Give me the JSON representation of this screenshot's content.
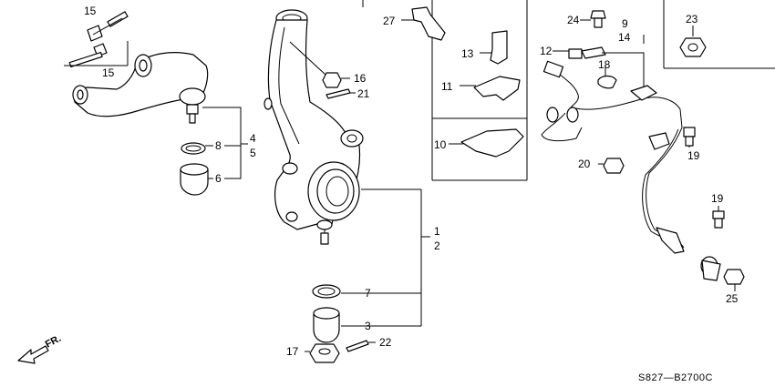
{
  "callouts": {
    "c1": "1",
    "c2": "2",
    "c3": "3",
    "c4": "4",
    "c5": "5",
    "c6": "6",
    "c7": "7",
    "c8": "8",
    "c9": "9",
    "c10": "10",
    "c11": "11",
    "c12": "12",
    "c13": "13",
    "c14": "14",
    "c15a": "15",
    "c15b": "15",
    "c16": "16",
    "c17": "17",
    "c18": "18",
    "c19a": "19",
    "c19b": "19",
    "c20": "20",
    "c21": "21",
    "c22": "22",
    "c23": "23",
    "c24": "24",
    "c25": "25",
    "c27": "27"
  },
  "direction_label": "FR.",
  "diagram_code": "S827—B2700C"
}
